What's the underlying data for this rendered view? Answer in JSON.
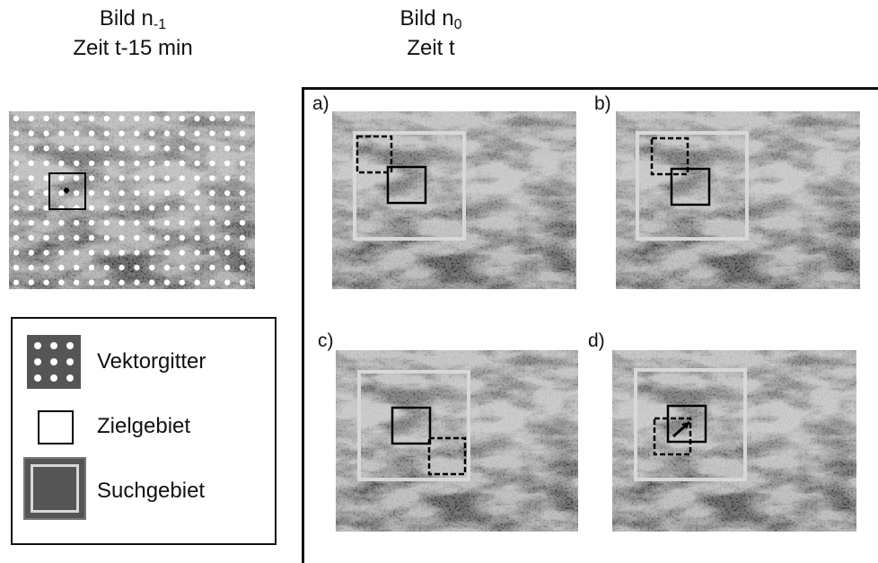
{
  "left_title": {
    "line1": "Bild n",
    "line1_sub": "-1",
    "line2": "Zeit t-15 min"
  },
  "right_title": {
    "line1": "Bild n",
    "line1_sub": "0",
    "line2": "Zeit t"
  },
  "panels": [
    {
      "letter": "a)"
    },
    {
      "letter": "b)"
    },
    {
      "letter": "c)"
    },
    {
      "letter": "d)"
    }
  ],
  "legend": {
    "items": [
      {
        "label": "Vektorgitter",
        "icon": "dot-grid-icon"
      },
      {
        "label": "Zielgebiet",
        "icon": "target-square-icon"
      },
      {
        "label": "Suchgebiet",
        "icon": "search-area-icon"
      }
    ]
  },
  "colors": {
    "search_frame": "#d8d8d8",
    "target_frame": "#000000",
    "grid_dot": "#ffffff",
    "legend_fill": "#555555"
  }
}
